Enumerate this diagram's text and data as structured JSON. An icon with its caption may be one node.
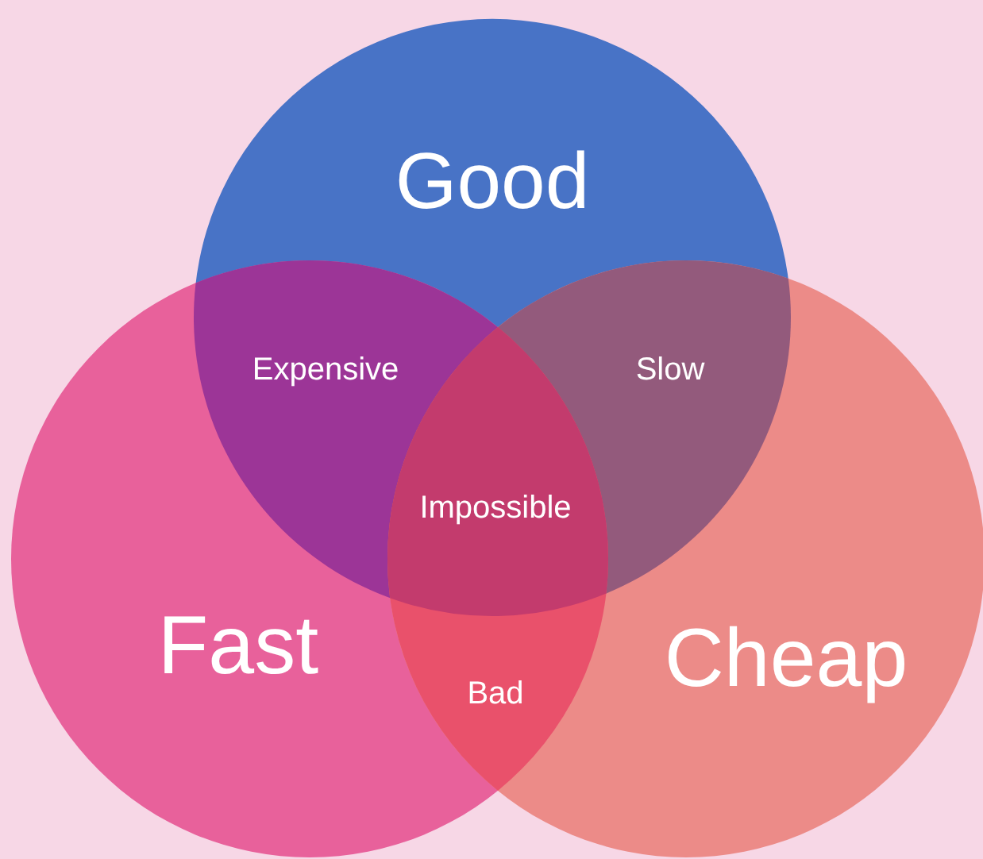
{
  "diagram": {
    "nodes": [
      {
        "text": [
          "Good"
        ]
      },
      {
        "text": [
          "Fast"
        ]
      },
      {
        "text": [
          "Cheap"
        ]
      },
      {
        "text": [
          "Expensive"
        ]
      },
      {
        "text": [
          "Slow"
        ]
      },
      {
        "text": [
          "Bad"
        ]
      },
      {
        "text": [
          "Impossible"
        ]
      }
    ]
  }
}
